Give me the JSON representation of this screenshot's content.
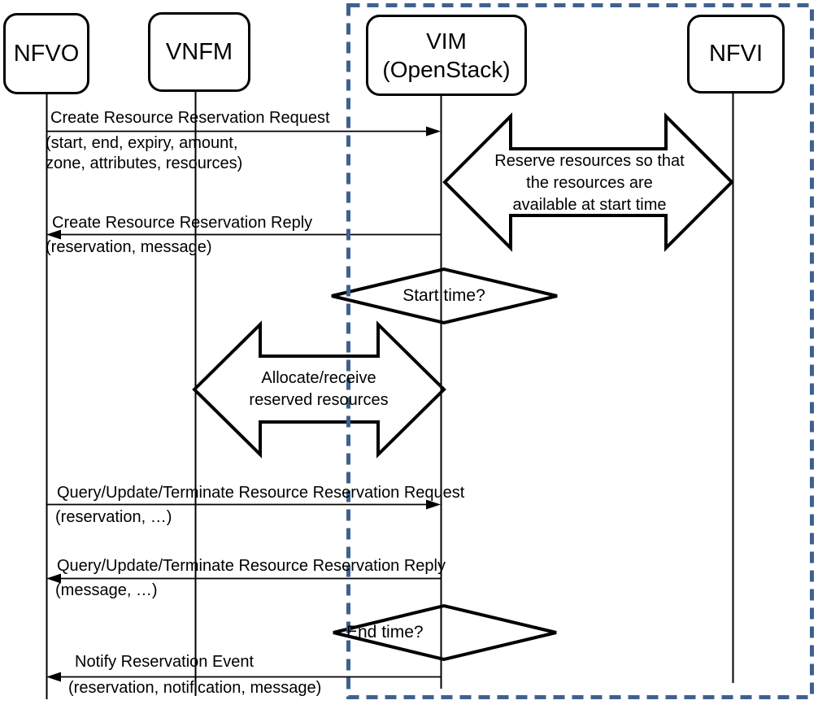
{
  "diagram": {
    "background": "#ffffff",
    "stroke_color": "#000000",
    "scope_border_color": "#3E618F",
    "entities": [
      {
        "id": "nfvo",
        "label": "NFVO"
      },
      {
        "id": "vnfm",
        "label": "VNFM"
      },
      {
        "id": "vim",
        "label": "VIM\n(OpenStack)"
      },
      {
        "id": "nfvi",
        "label": "NFVI"
      }
    ],
    "messages": [
      {
        "title": "Create Resource Reservation Request",
        "params": "(start, end, expiry, amount,\nzone, attributes, resources)",
        "from": "NFVO",
        "to": "VIM",
        "direction": "right"
      },
      {
        "title": "Create Resource Reservation Reply",
        "params": "(reservation, message)",
        "from": "VIM",
        "to": "NFVO",
        "direction": "left"
      },
      {
        "title": "Query/Update/Terminate Resource Reservation Request",
        "params": "(reservation, …)",
        "from": "NFVO",
        "to": "VIM",
        "direction": "right"
      },
      {
        "title": "Query/Update/Terminate Resource Reservation Reply",
        "params": "(message, …)",
        "from": "VIM",
        "to": "NFVO",
        "direction": "left"
      },
      {
        "title": "Notify Reservation Event",
        "params": "(reservation, notification, message)",
        "from": "VIM",
        "to": "NFVO",
        "direction": "left"
      }
    ],
    "interactions": [
      {
        "label": "Reserve resources so that\nthe resources are\navailable at start time",
        "between": [
          "VIM",
          "NFVI"
        ]
      },
      {
        "label": "Allocate/receive\nreserved resources",
        "between": [
          "VNFM",
          "VIM"
        ]
      }
    ],
    "decisions": [
      {
        "label": "Start time?"
      },
      {
        "label": "End time?"
      }
    ]
  }
}
